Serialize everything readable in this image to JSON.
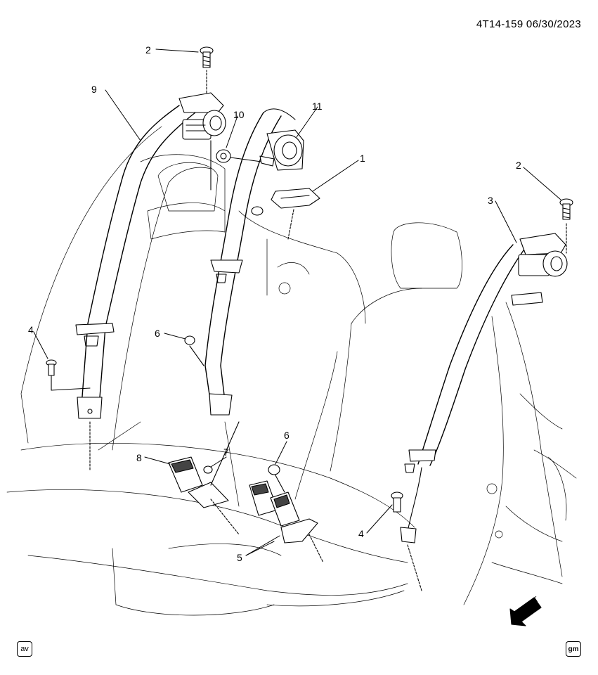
{
  "header": {
    "code": "4T14-159 06/30/2023"
  },
  "callouts": {
    "c1": "1",
    "c2a": "2",
    "c2b": "2",
    "c3": "3",
    "c4a": "4",
    "c4b": "4",
    "c5": "5",
    "c6a": "6",
    "c6b": "6",
    "c7": "7",
    "c8": "8",
    "c9": "9",
    "c10": "10",
    "c11": "11"
  },
  "direction_marker": {
    "label": "FRT"
  },
  "footer": {
    "left_badge": "av",
    "right_badge": "gm"
  }
}
